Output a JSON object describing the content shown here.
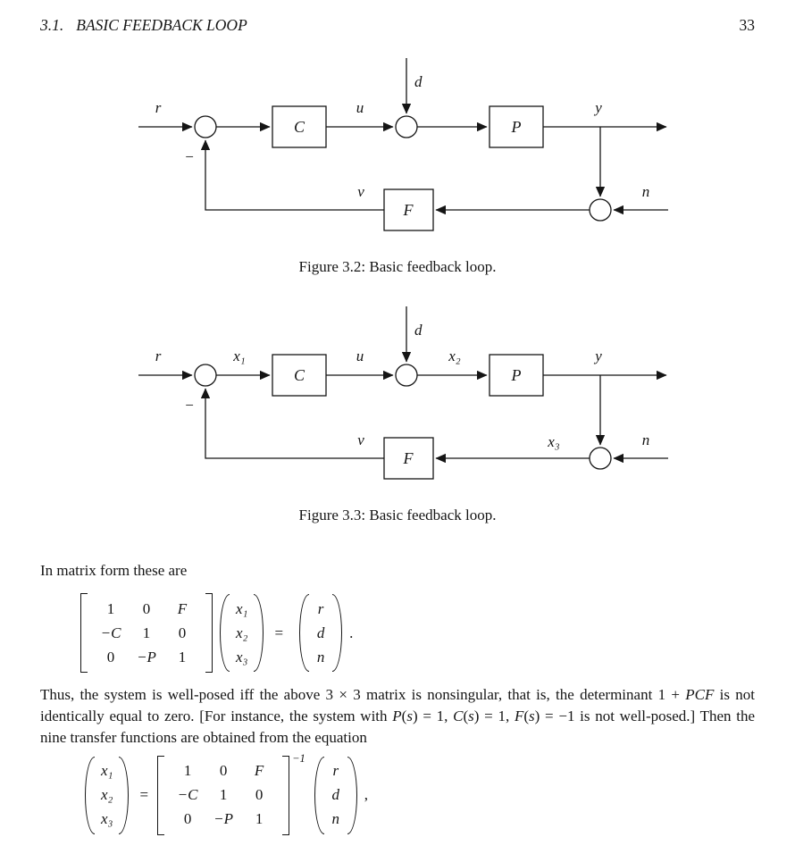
{
  "header": {
    "section_number": "3.1.",
    "section_title": "BASIC FEEDBACK LOOP",
    "page_number": "33"
  },
  "figure32": {
    "caption": "Figure 3.2: Basic feedback loop.",
    "blocks": {
      "C": "C",
      "P": "P",
      "F": "F"
    },
    "labels": {
      "r": "r",
      "u": "u",
      "d": "d",
      "y": "y",
      "n": "n",
      "v": "v",
      "minus": "−"
    }
  },
  "figure33": {
    "caption": "Figure 3.3: Basic feedback loop.",
    "blocks": {
      "C": "C",
      "P": "P",
      "F": "F"
    },
    "labels": {
      "r": "r",
      "x1": "x₁",
      "u": "u",
      "d": "d",
      "x2": "x₂",
      "y": "y",
      "n": "n",
      "x3": "x₃",
      "v": "v",
      "minus": "−"
    }
  },
  "body": {
    "intro": "In matrix form these are",
    "paragraph": [
      {
        "t": "Thus, the system is well-posed iff the above 3 × 3 matrix is nonsingular, that is, the determinant 1 + "
      },
      {
        "t": "PCF",
        "i": true
      },
      {
        "t": " is not identically equal to zero.  [For instance, the system with "
      },
      {
        "t": "P",
        "i": true
      },
      {
        "t": "("
      },
      {
        "t": "s",
        "i": true
      },
      {
        "t": ") = 1, "
      },
      {
        "t": "C",
        "i": true
      },
      {
        "t": "("
      },
      {
        "t": "s",
        "i": true
      },
      {
        "t": ") = 1, "
      },
      {
        "t": "F",
        "i": true
      },
      {
        "t": "("
      },
      {
        "t": "s",
        "i": true
      },
      {
        "t": ") = −1 is not well-posed.]  Then the nine transfer functions are obtained from the equation"
      }
    ]
  },
  "eq1": {
    "matrix": [
      [
        "1",
        "0",
        "F"
      ],
      [
        "−C",
        "1",
        "0"
      ],
      [
        "0",
        "−P",
        "1"
      ]
    ],
    "vector_x": [
      "x₁",
      "x₂",
      "x₃"
    ],
    "equals": "=",
    "vector_rdn": [
      "r",
      "d",
      "n"
    ],
    "trailing": "."
  },
  "eq2": {
    "vector_x": [
      "x₁",
      "x₂",
      "x₃"
    ],
    "equals": "=",
    "matrix": [
      [
        "1",
        "0",
        "F"
      ],
      [
        "−C",
        "1",
        "0"
      ],
      [
        "0",
        "−P",
        "1"
      ]
    ],
    "exponent": "−1",
    "vector_rdn": [
      "r",
      "d",
      "n"
    ],
    "trailing": ","
  }
}
